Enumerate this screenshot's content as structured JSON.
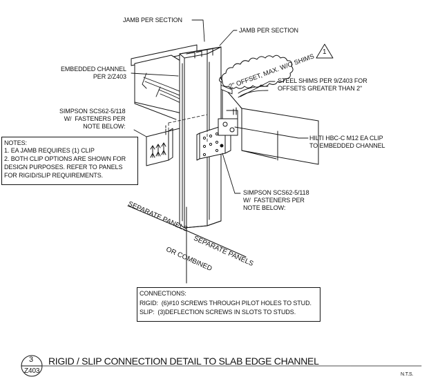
{
  "callouts": {
    "jamb_1": "JAMB PER SECTION",
    "jamb_2": "JAMB PER SECTION",
    "embedded_channel": "EMBEDDED CHANNEL\nPER 2/Z403",
    "shims_cloud": "2\" OFFSET, MAX. W/O SHIMS",
    "revision": "1",
    "steel_shims": "STEEL SHIMS PER 9/Z403 FOR\nOFFSETS GREATER THAN 2\"",
    "simpson_left": "SIMPSON SCS62-5/118\nW/  FASTENERS PER\nNOTE BELOW:",
    "hilti": "HILTI HBC-C M12 EA CLIP\nTO EMBEDDED CHANNEL",
    "simpson_right": "SIMPSON SCS62-5/118\nW/  FASTENERS PER\nNOTE BELOW:"
  },
  "notes": {
    "heading": "NOTES:",
    "lines": [
      "1. EA JAMB REQUIRES (1) CLIP",
      "2. BOTH CLIP OPTIONS ARE SHOWN FOR",
      "DESIGN PURPOSES. REFER TO PANELS",
      "FOR RIGID/SLIP REQUIREMENTS."
    ]
  },
  "panels": {
    "left": "SEPARATE PANELS",
    "combined": "OR COMBINED",
    "right": "SEPARATE PANELS"
  },
  "connections": {
    "heading": "CONNECTIONS:",
    "rigid": "RIGID:  (6)#10 SCREWS THROUGH PILOT HOLES TO STUD.",
    "slip": "SLIP:  (3)DEFLECTION SCREWS IN SLOTS TO STUDS."
  },
  "title_block": {
    "detail_number": "3",
    "sheet": "Z403",
    "title": "RIGID / SLIP CONNECTION DETAIL TO SLAB EDGE CHANNEL",
    "scale": "N.T.S."
  }
}
